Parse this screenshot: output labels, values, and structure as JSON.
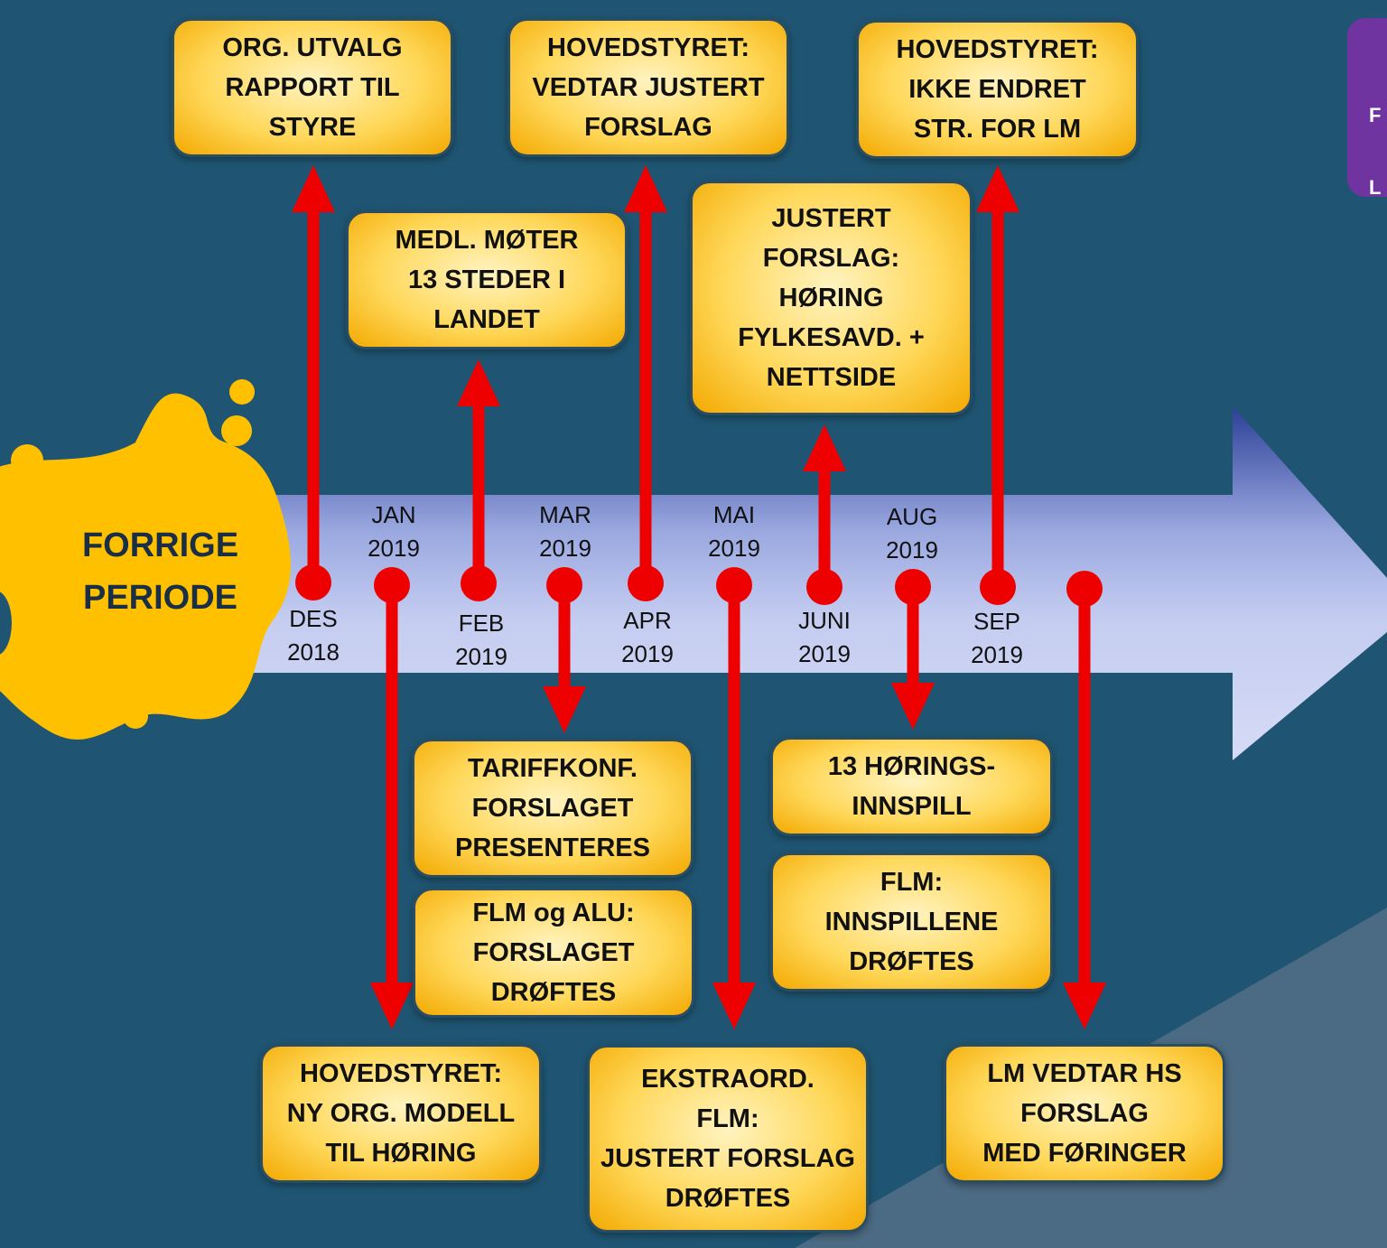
{
  "splat_label": "FORRIGE\nPERIODE",
  "side_tab": {
    "line1": "F",
    "line2": "L",
    "color": "#7034a0"
  },
  "colors": {
    "background": "#1f5572",
    "arrow": "#ee0000",
    "box": "#ffd24a",
    "splat": "#ffc000"
  },
  "dates": {
    "des2018": "DES\n2018",
    "jan2019": "JAN\n2019",
    "feb2019": "FEB\n2019",
    "mar2019": "MAR\n2019",
    "apr2019": "APR\n2019",
    "mai2019": "MAI\n2019",
    "juni2019": "JUNI\n2019",
    "aug2019": "AUG\n2019",
    "sep2019": "SEP\n2019"
  },
  "boxes": {
    "org_utvalg": "ORG. UTVALG\nRAPPORT TIL\nSTYRE",
    "medl_moter": "MEDL. MØTER\n13 STEDER I\nLANDET",
    "hs_vedtar": "HOVEDSTYRET:\nVEDTAR JUSTERT\nFORSLAG",
    "justert_horing": "JUSTERT\nFORSLAG:\nHØRING\nFYLKESAVD. +\nNETTSIDE",
    "hs_ikke_endret": "HOVEDSTYRET:\nIKKE ENDRET\nSTR. FOR LM",
    "tariffkonf": "TARIFFKONF.\nFORSLAGET\nPRESENTERES",
    "flm_alu": "FLM og ALU:\nFORSLAGET\nDRØFTES",
    "horingsinnspill": "13 HØRINGS-\nINNSPILL",
    "flm_innspill": "FLM:\nINNSPILLENE\nDRØFTES",
    "hs_ny_org": "HOVEDSTYRET:\nNY ORG. MODELL\nTIL HØRING",
    "ekstraord": "EKSTRAORD.\nFLM:\nJUSTERT FORSLAG\nDRØFTES",
    "lm_vedtar": "LM VEDTAR HS\nFORSLAG\nMED FØRINGER"
  }
}
